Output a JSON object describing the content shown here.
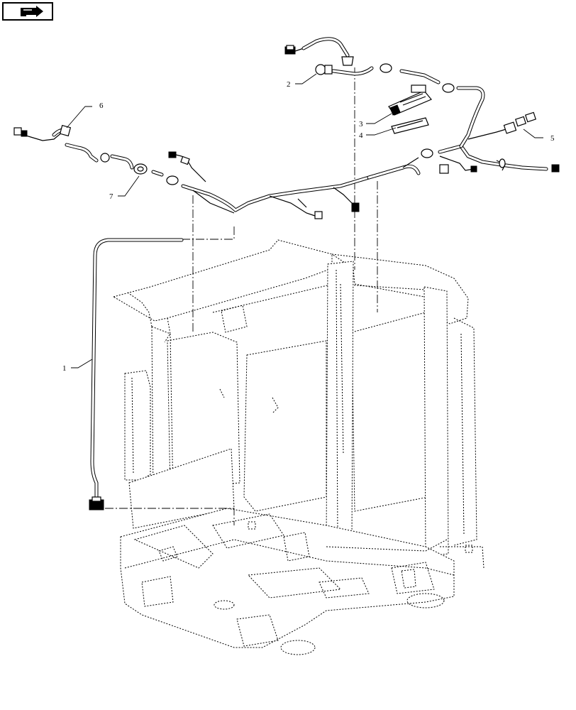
{
  "toolbar": {
    "nav_icon": "return-arrow-icon"
  },
  "callouts": [
    "1",
    "2",
    "3",
    "4",
    "5",
    "6",
    "7"
  ]
}
